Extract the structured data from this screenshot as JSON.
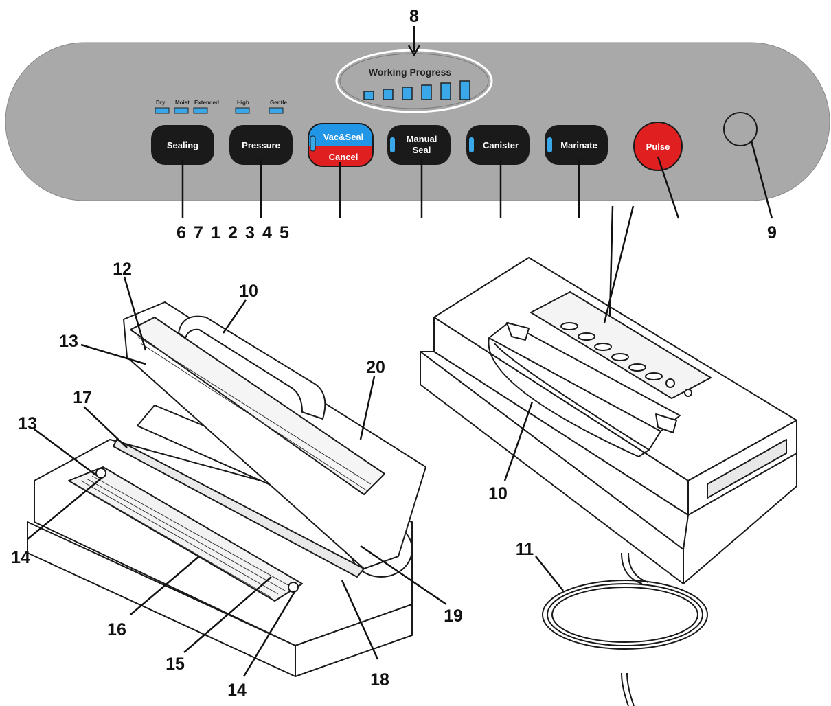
{
  "panel": {
    "progress_title": "Working Progress",
    "mode_labels": {
      "dry": "Dry",
      "moist": "Moist",
      "extended": "Extended",
      "high": "High",
      "gentle": "Gentle"
    },
    "buttons": {
      "sealing": "Sealing",
      "pressure": "Pressure",
      "vac_seal": "Vac&Seal",
      "cancel": "Cancel",
      "manual_seal_line1": "Manual",
      "manual_seal_line2": "Seal",
      "canister": "Canister",
      "marinate": "Marinate",
      "pulse": "Pulse"
    },
    "progress_segments": 6
  },
  "callouts": {
    "n1": "1",
    "n2": "2",
    "n3": "3",
    "n4": "4",
    "n5": "5",
    "n6": "6",
    "n7": "7",
    "n8": "8",
    "n9": "9",
    "n10a": "10",
    "n10b": "10",
    "n11": "11",
    "n12": "12",
    "n13a": "13",
    "n13b": "13",
    "n14a": "14",
    "n14b": "14",
    "n15": "15",
    "n16": "16",
    "n17": "17",
    "n18": "18",
    "n19": "19",
    "n20": "20"
  },
  "colors": {
    "panel": "#a9a9a9",
    "button": "#1a1a1a",
    "led": "#3aa8e8",
    "pulse": "#e02020",
    "vac_top": "#2196e6",
    "vac_bottom": "#e02020"
  }
}
